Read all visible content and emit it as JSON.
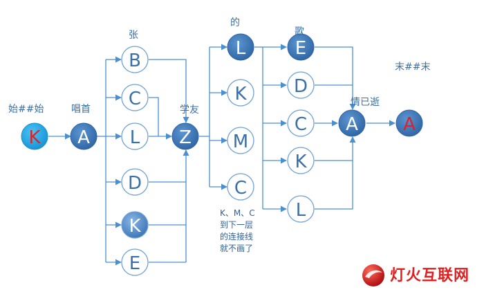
{
  "labels": {
    "start": "始##始",
    "a_node": "唱首",
    "z_label": "张",
    "friend": "学友",
    "of": "的",
    "song": "歌",
    "love_gone": "情已逝",
    "end": "末##末"
  },
  "note": "K、M、C\n到下一层\n的连接线\n就不画了",
  "nodes": {
    "start": "K",
    "a1": "A",
    "col1": [
      "B",
      "C",
      "L",
      "D",
      "K",
      "E"
    ],
    "z": "Z",
    "col2": [
      "L",
      "K",
      "M",
      "C"
    ],
    "col3": [
      "E",
      "D",
      "C",
      "K",
      "L"
    ],
    "a2": "A",
    "end": "A"
  },
  "logo": {
    "text": "灯火互联网"
  },
  "colors": {
    "line": "#4a90d0",
    "filled": "#3a74b5",
    "outline": "#6fa0d6",
    "start_fill": "#22a7e8",
    "red_text": "#d9232a"
  }
}
